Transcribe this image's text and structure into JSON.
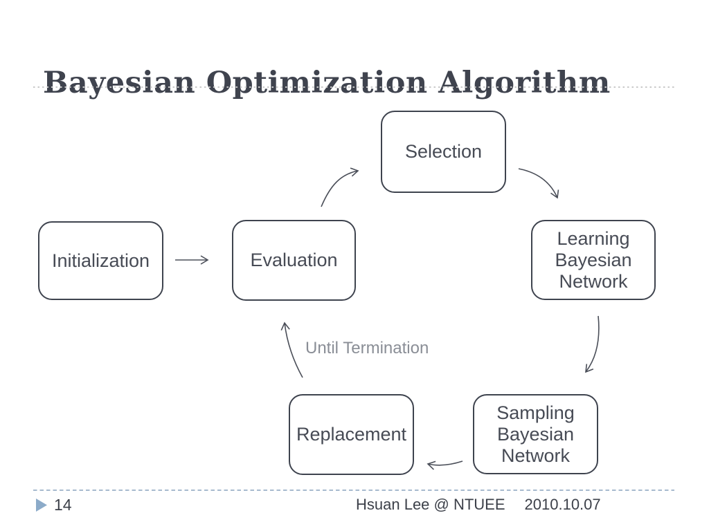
{
  "slide": {
    "title": "Bayesian Optimization Algorithm",
    "page_number": "14",
    "footer": {
      "author": "Hsuan Lee @ NTUEE",
      "date": "2010.10.07"
    }
  },
  "diagram": {
    "until_label": "Until Termination",
    "nodes": [
      {
        "id": "initialization",
        "lines": [
          "Initialization"
        ]
      },
      {
        "id": "evaluation",
        "lines": [
          "Evaluation"
        ]
      },
      {
        "id": "selection",
        "lines": [
          "Selection"
        ]
      },
      {
        "id": "learning-bayesian-network",
        "lines": [
          "Learning",
          "Bayesian",
          "Network"
        ]
      },
      {
        "id": "sampling-bayesian-network",
        "lines": [
          "Sampling",
          "Bayesian",
          "Network"
        ]
      },
      {
        "id": "replacement",
        "lines": [
          "Replacement"
        ]
      }
    ],
    "edges": [
      {
        "from": "initialization",
        "to": "evaluation"
      },
      {
        "from": "evaluation",
        "to": "selection"
      },
      {
        "from": "selection",
        "to": "learning-bayesian-network"
      },
      {
        "from": "learning-bayesian-network",
        "to": "sampling-bayesian-network"
      },
      {
        "from": "sampling-bayesian-network",
        "to": "replacement"
      },
      {
        "from": "replacement",
        "to": "evaluation",
        "label": "Until Termination"
      }
    ]
  },
  "colors": {
    "ink": "#3f434e",
    "box_border": "#3e434e",
    "box_text": "#474b55",
    "arrow": "#4a4e58",
    "muted_label": "#8a8e96",
    "title_rule": "#c9c9c9",
    "footer_rule": "#a6bace",
    "accent_triangle": "#8cabc9"
  }
}
